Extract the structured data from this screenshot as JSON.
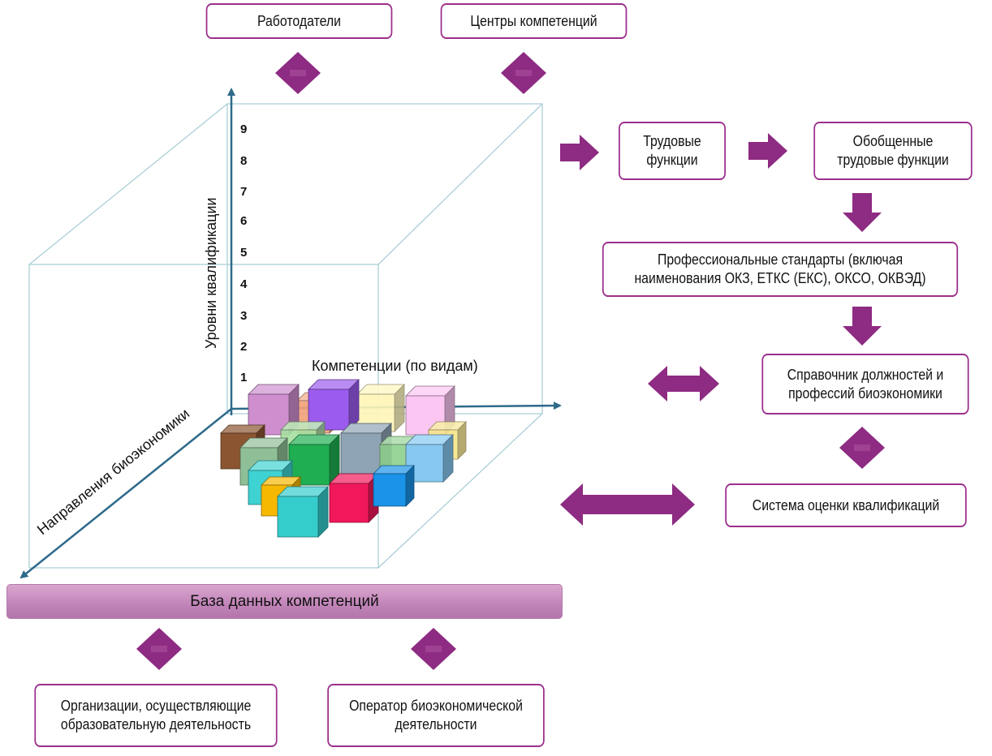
{
  "boxes": {
    "employers": "Работодатели",
    "competence_centers": "Центры компетенций",
    "labor_functions": "Трудовые\nфункции",
    "generalized_labor_functions": "Обобщенные\nтрудовые функции",
    "professional_standards": "Профессиональные стандарты (включая\nнаименования ОКЗ, ЕТКС (ЕКС), ОКСО, ОКВЭД)",
    "reference_book": "Справочник должностей и\nпрофессий биоэкономики",
    "qualification_system": "Система оценки квалификаций",
    "educational_orgs": "Организации, осуществляющие\nобразовательную деятельность",
    "operator": "Оператор биоэкономической\nдеятельности"
  },
  "database_bar": "База данных компетенций",
  "axes": {
    "vertical": "Уровни квалификации",
    "horizontal": "Компетенции (по видам)",
    "depth": "Направления биоэкономики"
  },
  "levels": [
    "1",
    "2",
    "3",
    "4",
    "5",
    "6",
    "7",
    "8",
    "9"
  ],
  "colors": {
    "accent": "#9c2f8c",
    "arrow": "#8e2b82",
    "axis": "#2e6a8a",
    "cube_edge": "#a9cfd6"
  }
}
